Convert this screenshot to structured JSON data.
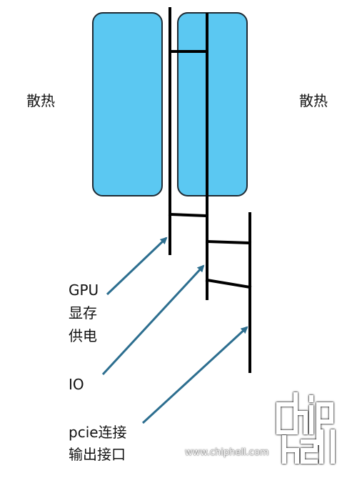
{
  "labels": {
    "heat_left": "散热",
    "heat_right": "散热",
    "gpu_line1": "GPU",
    "gpu_line2": "显存",
    "gpu_line3": "供电",
    "io": "IO",
    "pcie_line1": "pcie连接",
    "pcie_line2": "输出接口"
  },
  "watermark": {
    "logo_text": "chip hell",
    "site": "www.chiphell.com"
  },
  "colors": {
    "heatsink_fill": "#5bc8f2",
    "heatsink_stroke": "#1f2a33",
    "board_line": "#000000",
    "arrow": "#2c6e8f"
  }
}
